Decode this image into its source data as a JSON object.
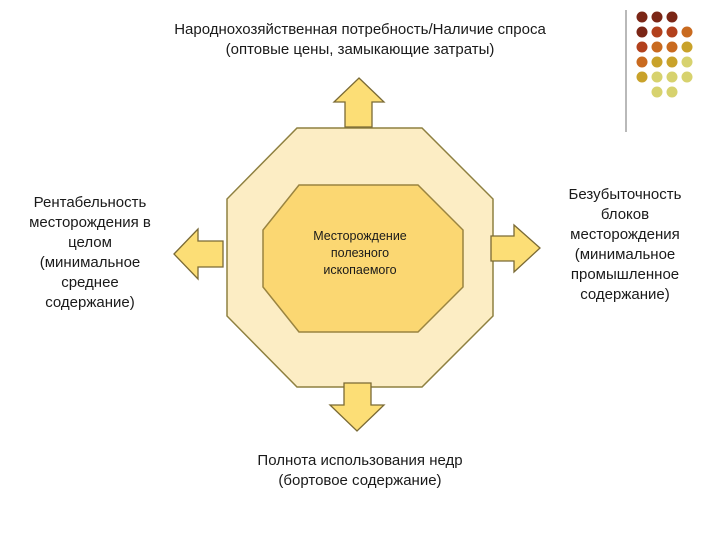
{
  "diagram": {
    "center": {
      "lines": [
        "Месторождение",
        "полезного",
        "ископаемого"
      ]
    },
    "top": {
      "lines": [
        "Народнохозяйственная потребность/Наличие спроса",
        "(оптовые цены, замыкающие затраты)"
      ]
    },
    "left": {
      "lines": [
        "Рентабельность",
        "месторождения в",
        "целом",
        "(минимальное",
        "среднее",
        "содержание)"
      ]
    },
    "right": {
      "lines": [
        "Безубыточность",
        "блоков",
        "месторождения",
        "(минимальное",
        "промышленное",
        "содержание)"
      ]
    },
    "bottom": {
      "lines": [
        "Полнота использования недр",
        "(бортовое содержание)"
      ]
    }
  },
  "colors": {
    "outer_octagon_fill": "#FCEDC4",
    "outer_octagon_stroke": "#8E8040",
    "inner_octagon_fill": "#FBD772",
    "inner_octagon_stroke": "#9A8440",
    "arrow_fill": "#FCDE76",
    "arrow_stroke": "#7A6A35",
    "text": "#1A1A1A",
    "dot_colors": [
      "#7B2616",
      "#B2401C",
      "#C96A1F",
      "#C9A22A",
      "#D7D26E"
    ]
  }
}
